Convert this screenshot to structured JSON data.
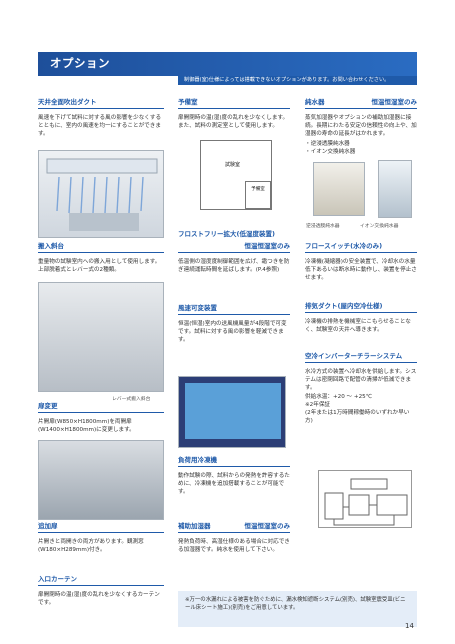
{
  "header": {
    "title": "オプション",
    "subbar": "制御器(室)仕様によっては搭載できないオプションがあります。お問い合わせください。"
  },
  "sections": {
    "duct": {
      "title": "天井全面吹出ダクト",
      "text": "風速を下げて試料に対する風の影響を少なくするとともに、室内の風速を均一にすることができます。"
    },
    "anteroom": {
      "title": "予備室",
      "text": "扉開閉時の温(湿)度の乱れを少なくします。また、試料の測定室として使用します。",
      "diagram_label_main": "試験室",
      "diagram_label_sub": "予備室"
    },
    "purifier": {
      "title": "純水器",
      "tag": "恒温恒湿室のみ",
      "text": "蒸気加湿器やオプションの補助加湿器に接続。長期にわたる安定の信頼性の向上や、加湿器の寿命の延長がはかれます。",
      "items": [
        "・逆浸透膜純水器",
        "・イオン交換純水器"
      ],
      "caption_left": "逆浸透膜純水器",
      "caption_right": "イオン交換純水器"
    },
    "frostfree": {
      "title": "フロストフリー拡大(低湿度装置)",
      "tag": "恒温恒湿室のみ",
      "text": "低温側の湿度度制御範囲を広げ、霜つきを防ぎ連続運転時間を延ばします。(P.4参照)"
    },
    "floatswitch": {
      "title": "フロースイッチ(水冷のみ)",
      "text": "冷凍機(凝縮器)の安全装置で、冷却水の水量低下あるいは断水時に動作し、装置を停止させます。"
    },
    "loading": {
      "title": "搬入斜台",
      "text": "重量物の試験室内への搬入用として使用します。上部脱着式とレバー式の2種類。",
      "caption": "レバー式搬入斜台"
    },
    "airvolume": {
      "title": "風速可変装置",
      "text": "恒温(恒湿)室内の送風機風量が4段階で可変です。試料に対する風の影響を軽減できます。"
    },
    "exhaust": {
      "title": "排気ダクト(屋内空冷仕様)",
      "text": "冷凍機の排熱を機械室にこもらせることなく、試験室の天井へ導きます。"
    },
    "chiller": {
      "title": "空冷インバーターチラーシステム",
      "text": "水冷方式の装置へ冷却水を供給します。システムは密閉回路で配管の清掃が低減できます。",
      "spec1": "供給水温：+20 ～ +25℃",
      "spec2": "※2年保証",
      "spec3": "(2年または1万時間稼働時のいずれか早い方)"
    },
    "doorchange": {
      "title": "扉変更",
      "text": "片開扉(W850×H1800mm)を両開扉(W1400×H1800mm)に変更します。"
    },
    "freezer": {
      "title": "負荷用冷凍機",
      "text": "動作試験の際、試料からの発熱を許容するために、冷凍機を追加搭載することが可能です。"
    },
    "humidifier": {
      "title": "補助加湿器",
      "tag": "恒温恒湿室のみ",
      "text": "発熱負荷時、高湿仕様のある場合に対応できる加湿器です。純水を使用して下さい。"
    },
    "window": {
      "title": "追加扉",
      "text": "片開きと両開きの両方があります。観測窓(W180×H289mm)付き。"
    },
    "curtain": {
      "title": "入口カーテン",
      "text": "扉開閉時の温(湿)度の乱れを少なくするカーテンです。"
    }
  },
  "note": "※万一の水漏れによる被害を防ぐために、漏水検知遮断システム(別売)、試験室震受皿(ビニール床シート施工)(別売)をご用意しています。",
  "page_number": "14",
  "colors": {
    "accent": "#1f5aa9",
    "note_bg": "#e4edf8"
  }
}
